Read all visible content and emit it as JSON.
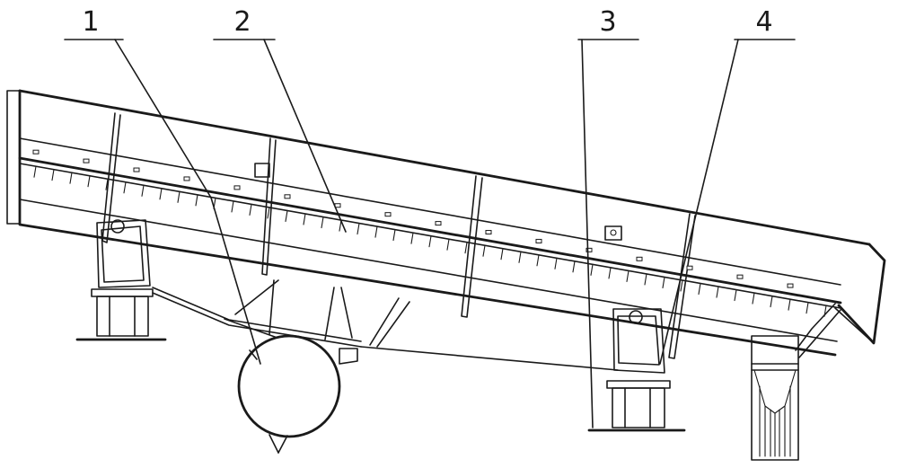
{
  "figure": {
    "callouts": [
      {
        "id": "c1",
        "label": "1"
      },
      {
        "id": "c2",
        "label": "2"
      },
      {
        "id": "c3",
        "label": "3"
      },
      {
        "id": "c4",
        "label": "4"
      }
    ]
  }
}
